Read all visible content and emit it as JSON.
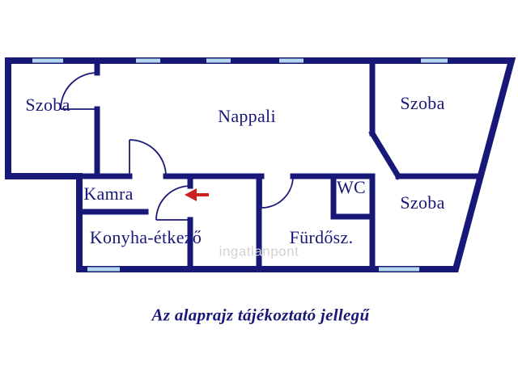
{
  "floorplan": {
    "rooms": {
      "szoba_left": "Szoba",
      "nappali": "Nappali",
      "szoba_top_right": "Szoba",
      "kamra": "Kamra",
      "konyha": "Konyha-étkező",
      "furdoszoba": "Fürdősz.",
      "wc": "WC",
      "szoba_bottom_right": "Szoba"
    },
    "caption": "Az alaprajz tájékoztató jellegű",
    "watermark": "ingatlanpont",
    "colors": {
      "wall": "#181878",
      "window": "#b3d9f2",
      "label": "#181878",
      "entrance_arrow": "#cc2020",
      "background": "#ffffff"
    }
  }
}
